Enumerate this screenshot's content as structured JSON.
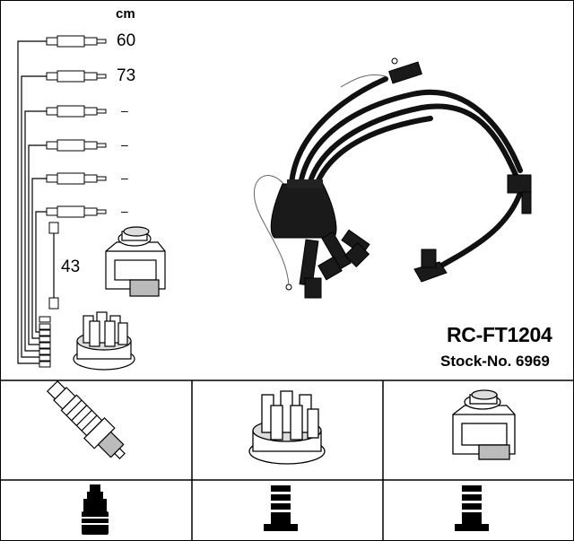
{
  "diagram": {
    "unit": "cm",
    "lead_lengths": [
      "60",
      "73",
      "–",
      "–",
      "–",
      "–"
    ],
    "coil_lead_length": "43"
  },
  "product": {
    "part_number": "RC-FT1204",
    "stock_number": "Stock-No. 6969"
  },
  "icons": [
    "spark-plug-icon",
    "distributor-cap-icon",
    "ignition-coil-icon",
    "spark-plug-boot-icon",
    "distributor-connector-icon",
    "coil-connector-icon"
  ]
}
